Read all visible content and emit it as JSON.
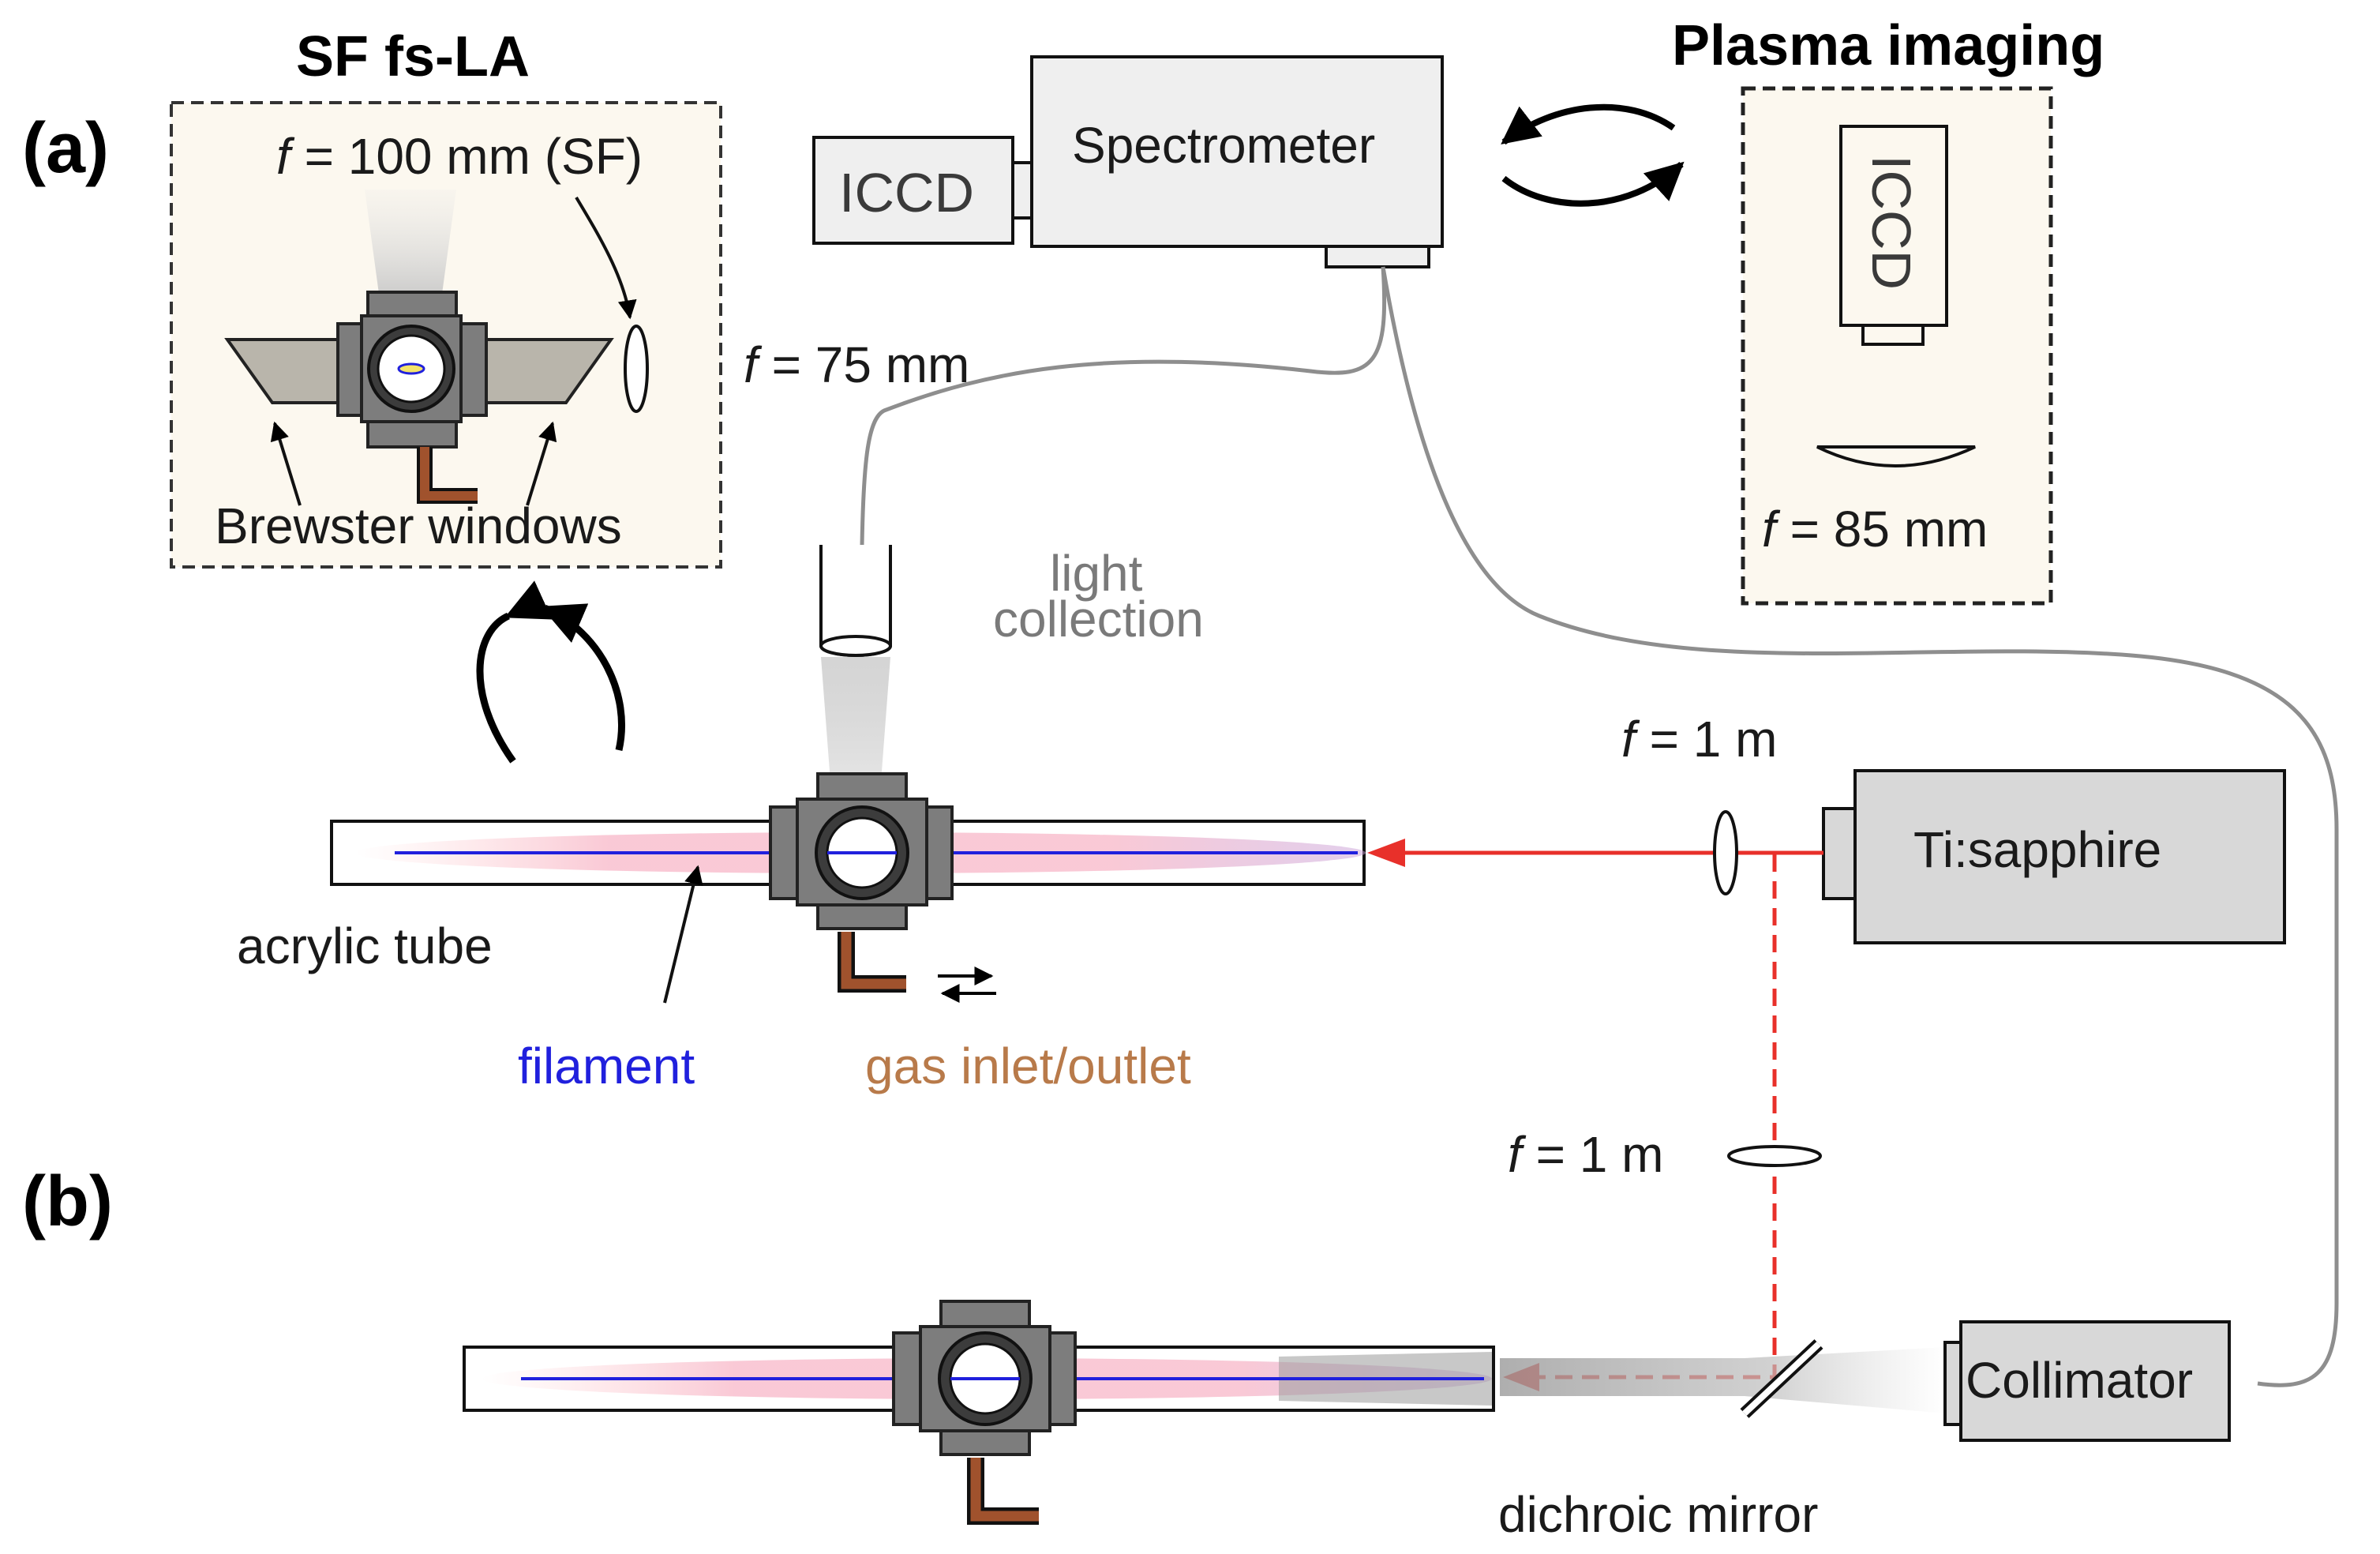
{
  "panel_labels": {
    "a": "(a)",
    "b": "(b)"
  },
  "insets": {
    "sf": {
      "title": "SF fs-LA",
      "focal_f": "f",
      "focal_rest": " = 100 mm (SF)",
      "windows_label": "Brewster windows"
    },
    "plasma": {
      "title": "Plasma imaging",
      "camera_label": "ICCD",
      "focal_f": "f",
      "focal_rest": " = 85 mm"
    }
  },
  "spectrometer": {
    "label": "Spectrometer",
    "camera_label": "ICCD"
  },
  "collection": {
    "focal_f": "f",
    "focal_rest": " = 75 mm",
    "label_line1": "light",
    "label_line2": "collection"
  },
  "laser": {
    "label": "Ti:sapphire",
    "lens1_f": "f",
    "lens1_rest": " = 1 m",
    "lens2_f": "f",
    "lens2_rest": " = 1 m"
  },
  "labels": {
    "tube": "acrylic tube",
    "filament": "filament",
    "gas": "gas inlet/outlet",
    "collimator": "Collimator",
    "dichroic": "dichroic mirror"
  },
  "colors": {
    "laser_red": "#e8302a",
    "filament_blue": "#2020dd",
    "copper": "#a0522d",
    "chamber_gray": "#808080",
    "inset_bg": "#fcf8ef"
  }
}
